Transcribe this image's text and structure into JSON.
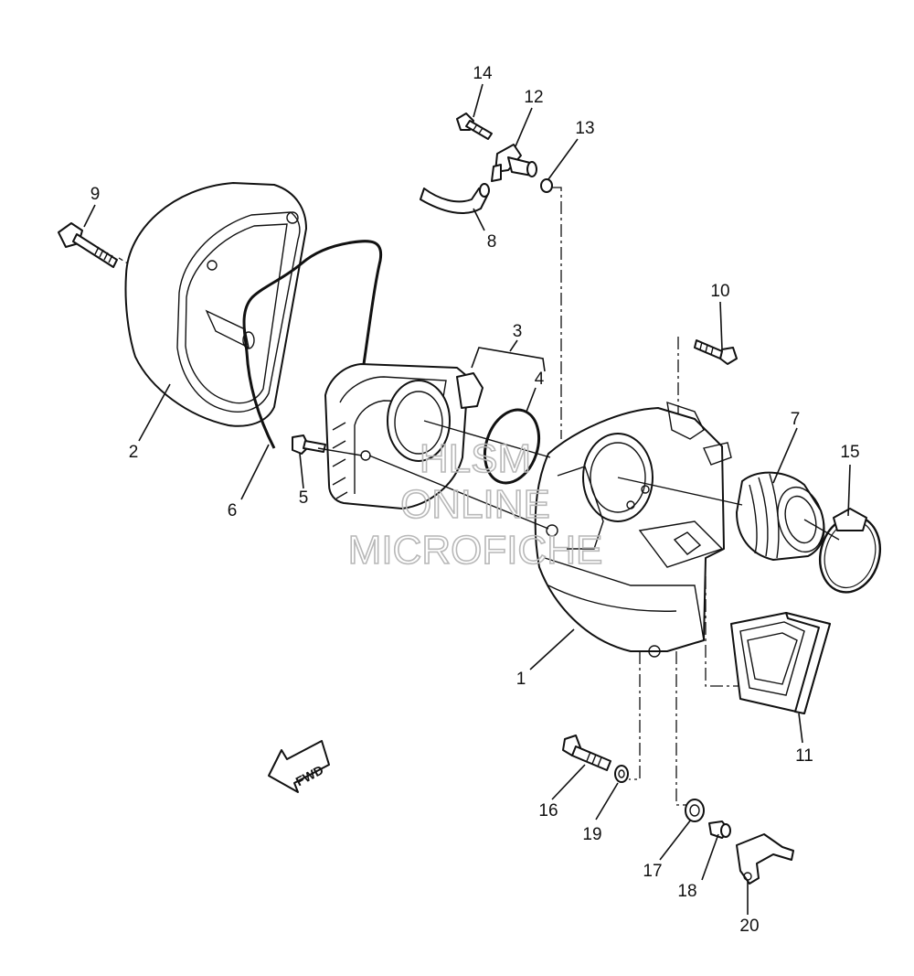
{
  "watermark": {
    "line1": "HLSM",
    "line2": "ONLINE",
    "line3": "MICROFICHE"
  },
  "direction_label": "FWD",
  "part_numbers": {
    "p1": "1",
    "p2": "2",
    "p3": "3",
    "p4": "4",
    "p5": "5",
    "p6": "6",
    "p7": "7",
    "p8": "8",
    "p9": "9",
    "p10": "10",
    "p11": "11",
    "p12": "12",
    "p13": "13",
    "p14": "14",
    "p15": "15",
    "p16": "16",
    "p17": "17",
    "p18": "18",
    "p19": "19",
    "p20": "20"
  }
}
